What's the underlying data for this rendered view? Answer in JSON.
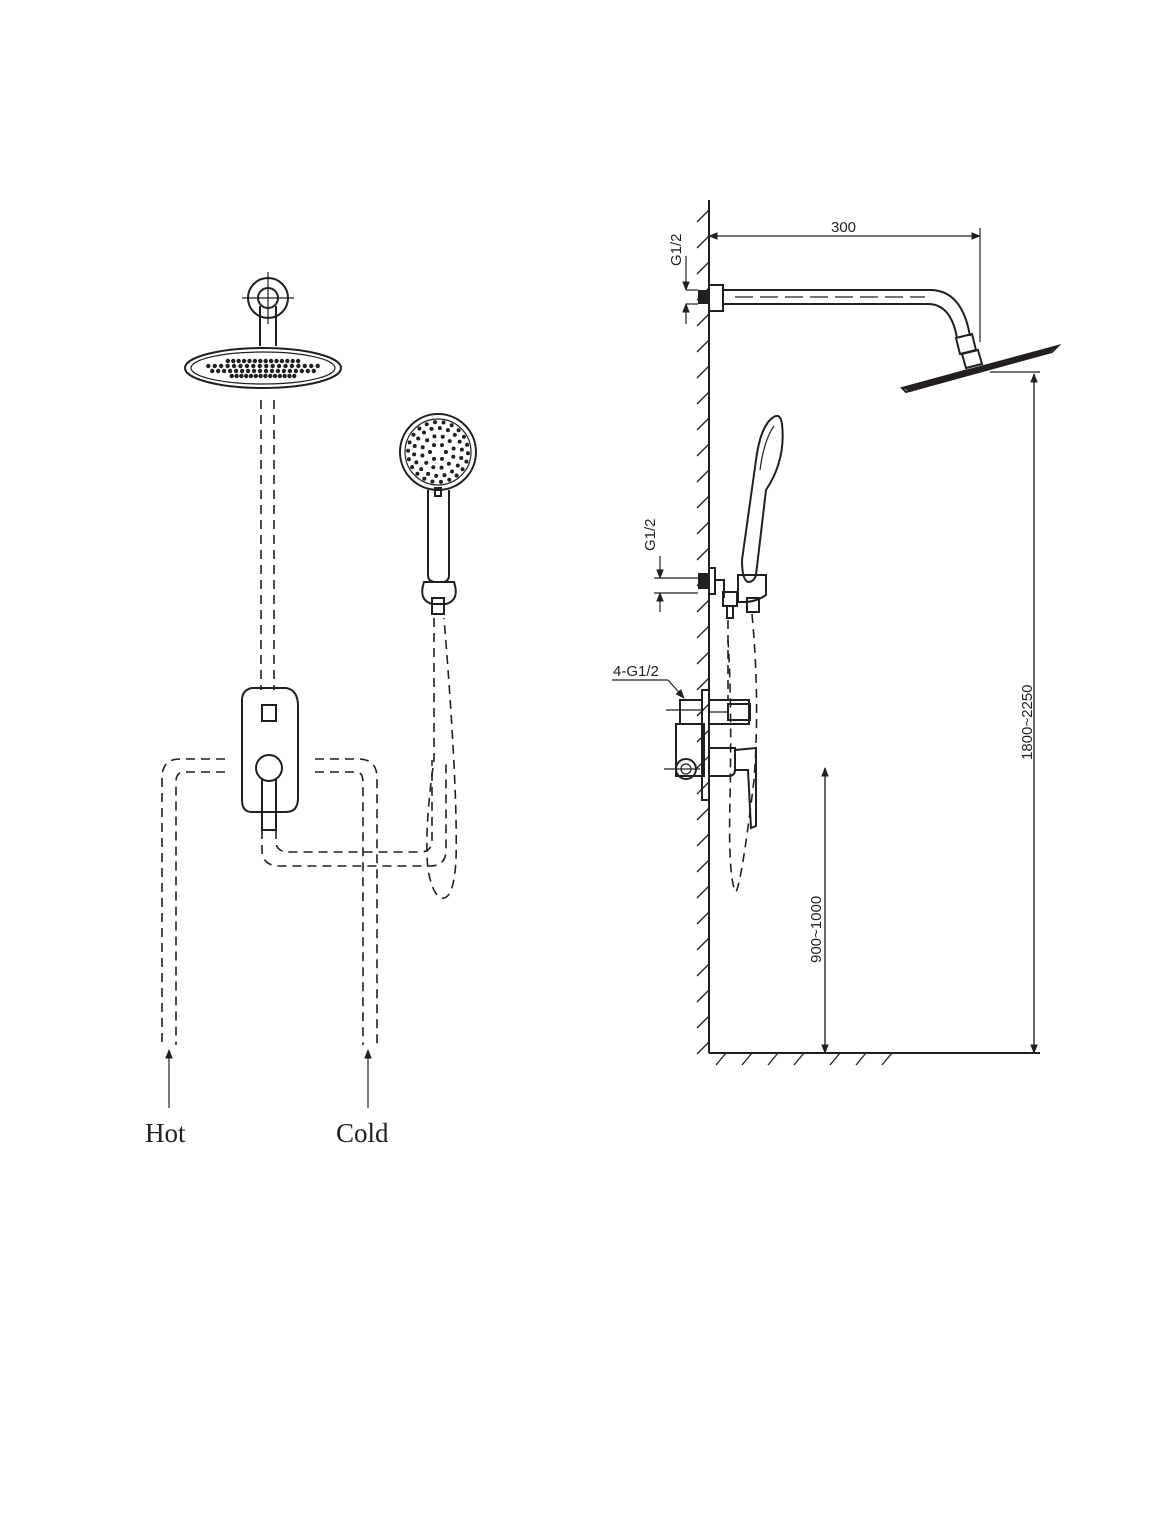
{
  "labels": {
    "hot": "Hot",
    "cold": "Cold"
  },
  "dimensions": {
    "arm_length": "300",
    "top_thread": "G1/2",
    "hand_thread": "G1/2",
    "valve_thread": "4-G1/2",
    "head_height": "1800~2250",
    "valve_height": "900~1000"
  },
  "colors": {
    "line": "#231f20",
    "background": "#ffffff"
  }
}
